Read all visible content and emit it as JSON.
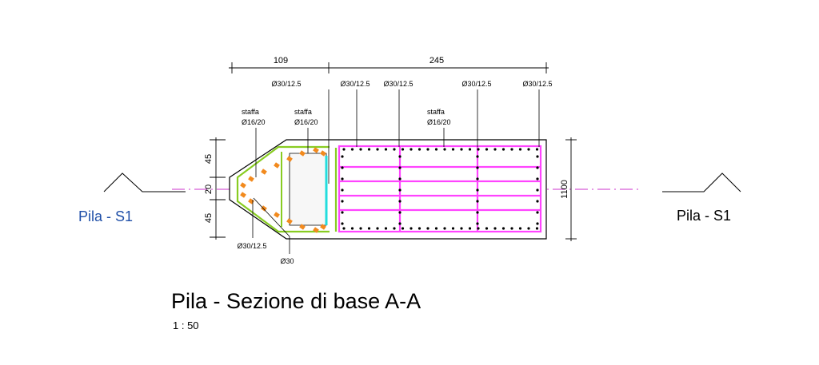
{
  "title": "Pila - Sezione di base A-A",
  "scale": "1 : 50",
  "section_refs": {
    "left": {
      "label": "Pila - S1",
      "color": "#1f4fa8"
    },
    "right": {
      "label": "Pila - S1",
      "color": "#000000"
    }
  },
  "dimensions": {
    "top_left": "109",
    "top_right": "245",
    "left_upper": "45",
    "left_middle": "20",
    "left_lower": "45",
    "right_total": "1100"
  },
  "annotations": {
    "bar_top_1": "Ø30/12.5",
    "bar_top_2": "Ø30/12.5",
    "bar_top_3": "Ø30/12.5",
    "bar_top_4": "Ø30/12.5",
    "bar_top_5": "Ø30/12.5",
    "stirrup_1": {
      "line1": "staffa",
      "line2": "Ø16/20"
    },
    "stirrup_2": {
      "line1": "staffa",
      "line2": "Ø16/20"
    },
    "stirrup_3": {
      "line1": "staffa",
      "line2": "Ø16/20"
    },
    "bar_bottom": "Ø30/12.5",
    "bar_nose": "Ø30"
  },
  "colors": {
    "outline": "#000000",
    "stirrup_main": "#ff44ff",
    "stirrup_nose": "#88cc22",
    "link_cyan": "#22dddd",
    "bar_orange": "#f28a1e",
    "axis": "#cc33cc"
  }
}
